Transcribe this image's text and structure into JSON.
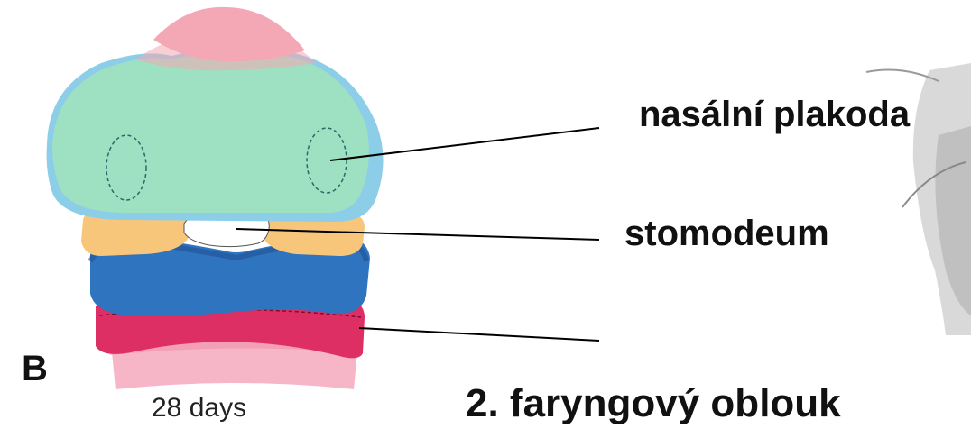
{
  "panel_letter": "B",
  "caption": "28 days",
  "labels": {
    "nasal_placode": "nasální plakoda",
    "stomodeum": "stomodeum",
    "pharyngeal_arch": "2. faryngový oblouk"
  },
  "colors": {
    "frontonasal_top": "#f4a7b4",
    "frontonasal": "#9ee0c2",
    "frontonasal_rim": "#8ccde8",
    "maxillary": "#f8c67a",
    "mandibular": "#2f74bf",
    "second_arch": "#de2f64",
    "lower_segment": "#f7b6c8",
    "leader_line": "#000000"
  }
}
